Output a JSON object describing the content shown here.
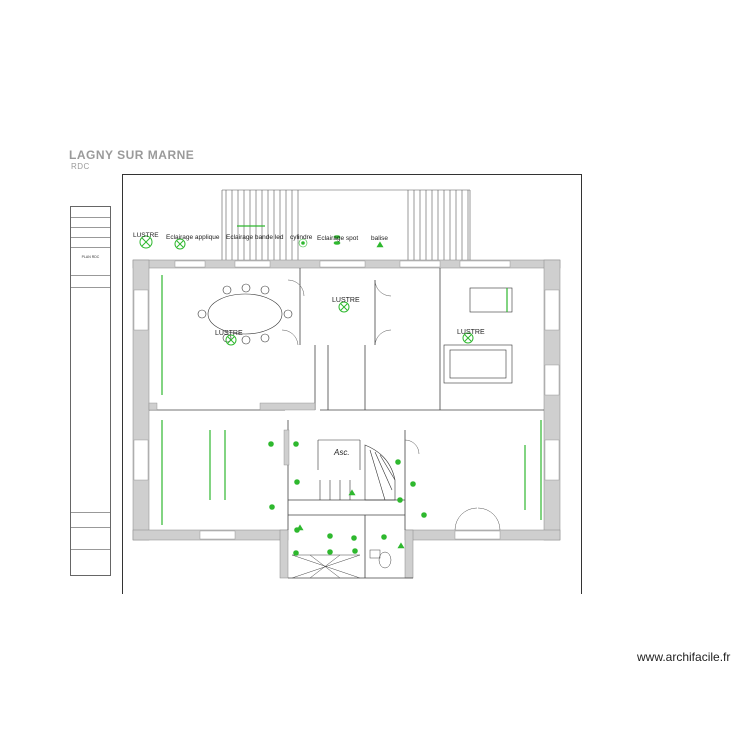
{
  "project": {
    "title": "LAGNY SUR MARNE",
    "level": "RDC"
  },
  "cartouche": {
    "rows": [
      "",
      "",
      "",
      "",
      "PLAN RDC",
      "",
      "",
      "",
      "",
      ""
    ]
  },
  "legend": [
    {
      "label": "LUSTRE",
      "symbol": "cross-circle"
    },
    {
      "label": "Eclairage applique",
      "symbol": "cross-circle"
    },
    {
      "label": "Eclairage bande led",
      "symbol": "led-bar"
    },
    {
      "label": "cylindre",
      "symbol": "dot-circle"
    },
    {
      "label": "Eclairage spot",
      "symbol": "spot"
    },
    {
      "label": "balise",
      "symbol": "triangle"
    }
  ],
  "rooms": {
    "lustre_label": "LUSTRE",
    "stair_label": "Asc."
  },
  "watermark": "www.archifacile.fr",
  "colors": {
    "wall": "#cfcfcf",
    "line": "#333333",
    "symbol": "#2eb82e",
    "text_grey": "#9a9a9a"
  }
}
